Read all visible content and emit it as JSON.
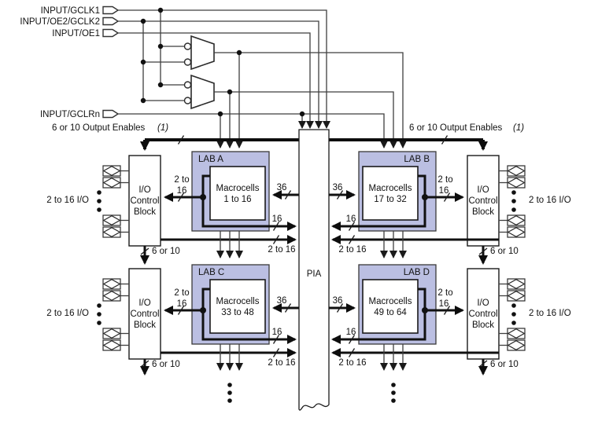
{
  "inputs": {
    "gclk1": "INPUT/GCLK1",
    "oe2gclk2": "INPUT/OE2/GCLK2",
    "oe1": "INPUT/OE1",
    "gclrn": "INPUT/GCLRn"
  },
  "oe_bus": {
    "label": "6 or 10 Output Enables",
    "note": "(1)"
  },
  "pia_label": "PIA",
  "io_block": {
    "line1": "I/O",
    "line2": "Control",
    "line3": "Block"
  },
  "io_bank_label": "2 to 16 I/O",
  "widths": {
    "w36": "36",
    "w16": "16",
    "w2to16": "2 to 16",
    "w2to": "2 to",
    "w6or10": "6 or 10"
  },
  "labs": {
    "a": {
      "title": "LAB A",
      "cells_line1": "Macrocells",
      "cells_line2": "1 to 16"
    },
    "b": {
      "title": "LAB B",
      "cells_line1": "Macrocells",
      "cells_line2": "17 to 32"
    },
    "c": {
      "title": "LAB C",
      "cells_line1": "Macrocells",
      "cells_line2": "33 to 48"
    },
    "d": {
      "title": "LAB D",
      "cells_line1": "Macrocells",
      "cells_line2": "49 to 64"
    }
  }
}
